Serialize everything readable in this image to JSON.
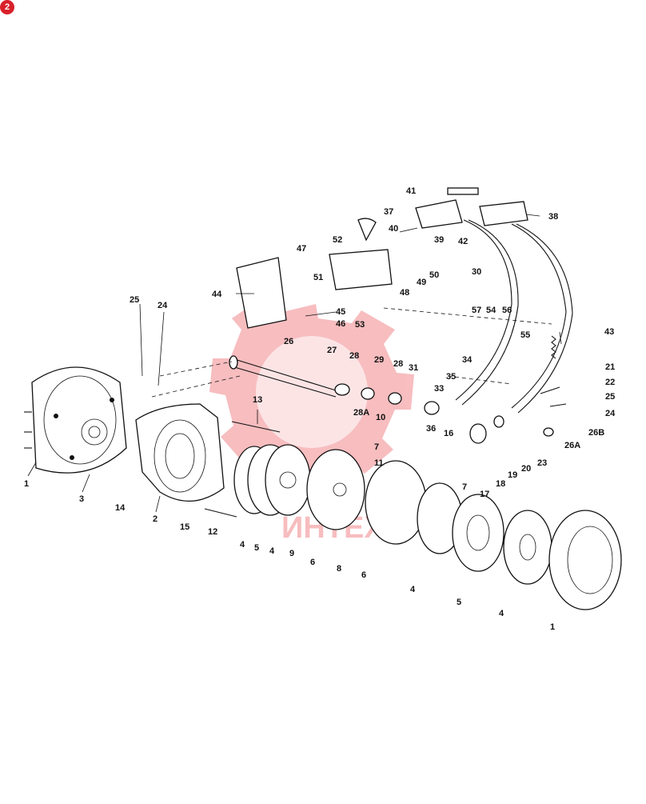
{
  "badge": "2",
  "watermark": {
    "color": "#e8343c",
    "text": "ИНТЕХ"
  },
  "callouts": [
    "1",
    "3",
    "1",
    "2",
    "14",
    "15",
    "12",
    "4",
    "5",
    "4",
    "9",
    "6",
    "8",
    "6",
    "4",
    "5",
    "4",
    "25",
    "24",
    "26",
    "13",
    "27",
    "28",
    "28A",
    "29",
    "28",
    "31",
    "33",
    "10",
    "7",
    "11",
    "7",
    "17",
    "18",
    "19",
    "20",
    "23",
    "16",
    "36",
    "35",
    "34",
    "21",
    "22",
    "25",
    "24",
    "26B",
    "26A",
    "43",
    "30",
    "41",
    "37",
    "38",
    "40",
    "39",
    "42",
    "52",
    "47",
    "51",
    "44",
    "45",
    "46",
    "50",
    "49",
    "48",
    "53",
    "57",
    "54",
    "56",
    "55"
  ]
}
